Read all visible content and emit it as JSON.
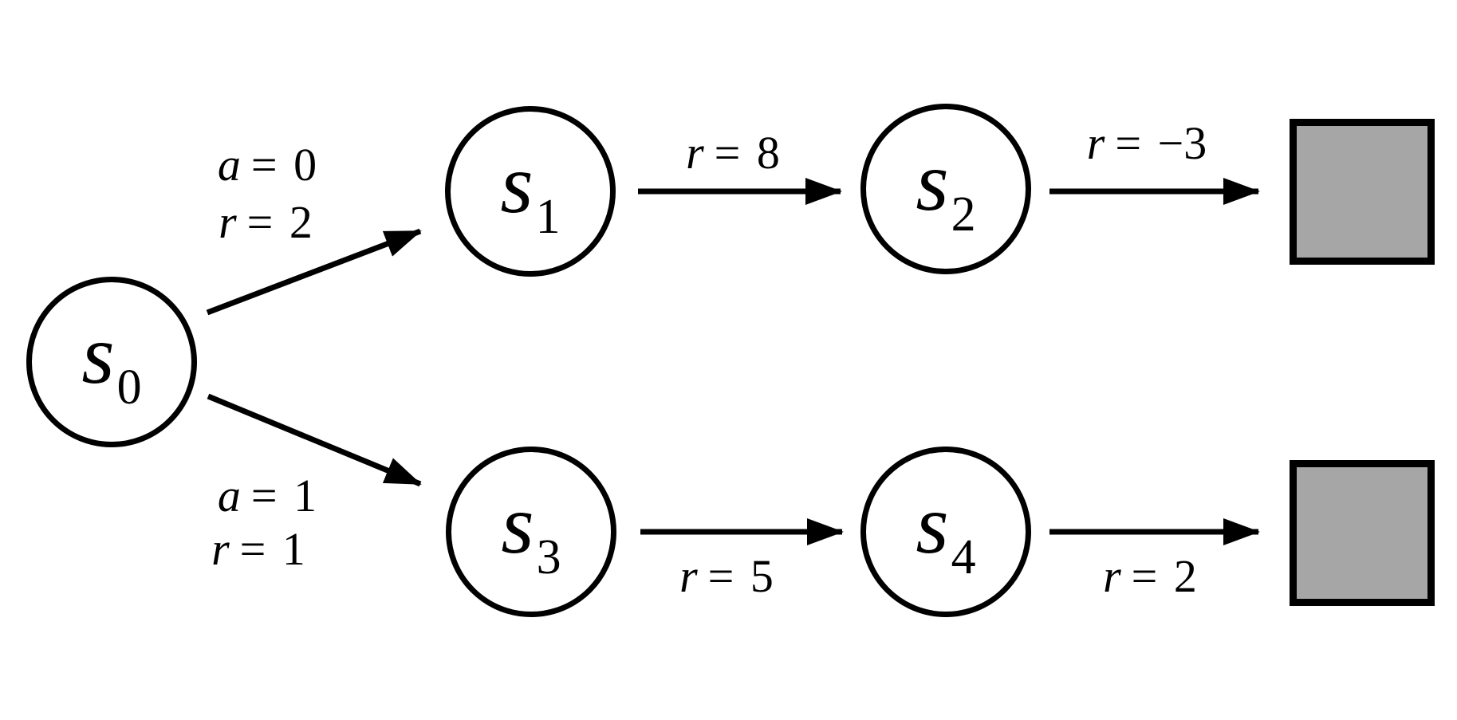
{
  "diagram": {
    "colors": {
      "background": "#ffffff",
      "stroke": "#000000",
      "node_fill": "#ffffff",
      "terminal_fill": "#a6a6a6"
    },
    "nodes": {
      "s0": {
        "base": "s",
        "sub": "0"
      },
      "s1": {
        "base": "s",
        "sub": "1"
      },
      "s2": {
        "base": "s",
        "sub": "2"
      },
      "s3": {
        "base": "s",
        "sub": "3"
      },
      "s4": {
        "base": "s",
        "sub": "4"
      }
    },
    "terminals": {
      "top": {
        "id": "terminal-top"
      },
      "bottom": {
        "id": "terminal-bottom"
      }
    },
    "edges": {
      "s0_s1": {
        "from": "s0",
        "to": "s1",
        "labels": [
          {
            "variable": "a",
            "relation": "= 0"
          },
          {
            "variable": "r",
            "relation": "= 2"
          }
        ]
      },
      "s0_s3": {
        "from": "s0",
        "to": "s3",
        "labels": [
          {
            "variable": "a",
            "relation": "= 1"
          },
          {
            "variable": "r",
            "relation": "= 1"
          }
        ]
      },
      "s1_s2": {
        "from": "s1",
        "to": "s2",
        "labels": [
          {
            "variable": "r",
            "relation": "= 8"
          }
        ]
      },
      "s2_terminal": {
        "from": "s2",
        "to": "terminal-top",
        "labels": [
          {
            "variable": "r",
            "relation": "= −3"
          }
        ]
      },
      "s3_s4": {
        "from": "s3",
        "to": "s4",
        "labels": [
          {
            "variable": "r",
            "relation": "= 5"
          }
        ]
      },
      "s4_terminal": {
        "from": "s4",
        "to": "terminal-bottom",
        "labels": [
          {
            "variable": "r",
            "relation": "= 2"
          }
        ]
      }
    }
  }
}
